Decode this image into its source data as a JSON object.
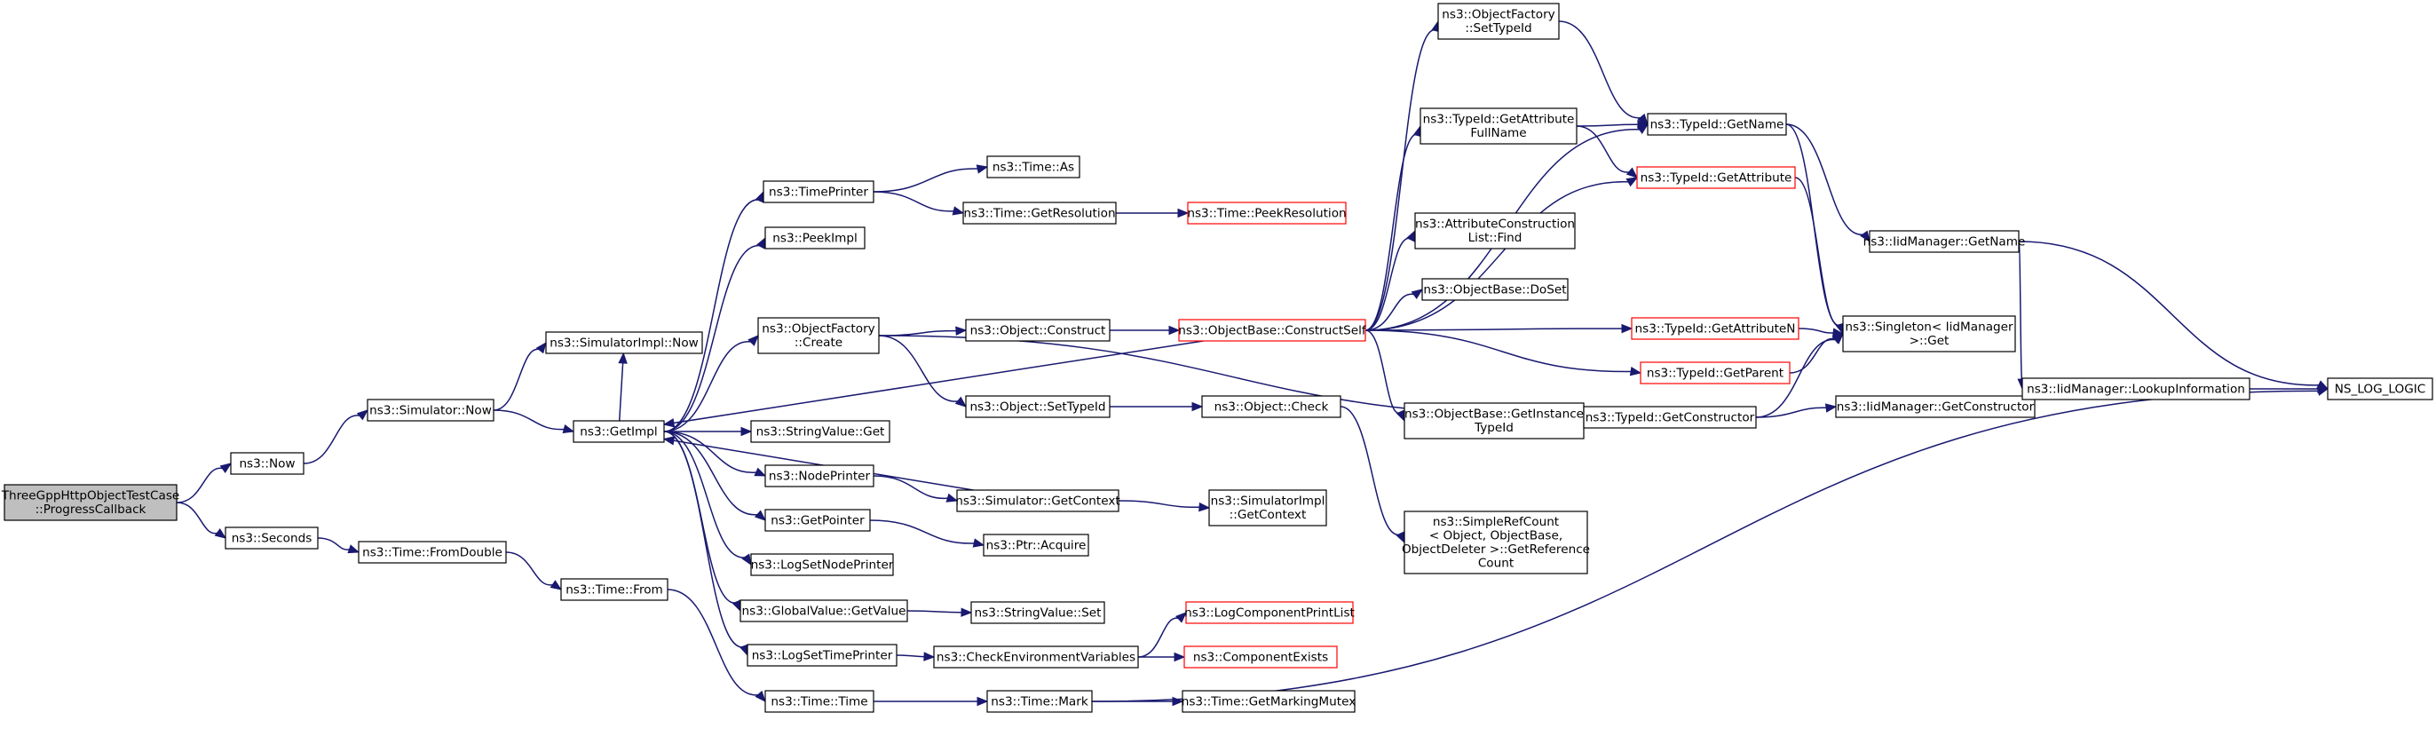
{
  "graph": {
    "edge_color": "#191970",
    "node_border_color": "#000000",
    "incomplete_node_border_color": "#ff0000",
    "root_fill_color": "#bfbfbf",
    "nodes": [
      {
        "id": "root",
        "lines": [
          "ThreeGppHttpObjectTestCase",
          "::ProgressCallback"
        ],
        "root": true
      },
      {
        "id": "now",
        "lines": [
          "ns3::Now"
        ]
      },
      {
        "id": "seconds",
        "lines": [
          "ns3::Seconds"
        ]
      },
      {
        "id": "simnow",
        "lines": [
          "ns3::Simulator::Now"
        ]
      },
      {
        "id": "fromdouble",
        "lines": [
          "ns3::Time::FromDouble"
        ]
      },
      {
        "id": "simimplnow",
        "lines": [
          "ns3::SimulatorImpl::Now"
        ]
      },
      {
        "id": "getimpl",
        "lines": [
          "ns3::GetImpl"
        ]
      },
      {
        "id": "timefrom",
        "lines": [
          "ns3::Time::From"
        ]
      },
      {
        "id": "timeprinter",
        "lines": [
          "ns3::TimePrinter"
        ]
      },
      {
        "id": "peekimpl",
        "lines": [
          "ns3::PeekImpl"
        ]
      },
      {
        "id": "ofcreate",
        "lines": [
          "ns3::ObjectFactory",
          "::Create"
        ]
      },
      {
        "id": "stringvalueget",
        "lines": [
          "ns3::StringValue::Get"
        ]
      },
      {
        "id": "nodeprinter",
        "lines": [
          "ns3::NodePrinter"
        ]
      },
      {
        "id": "getpointer",
        "lines": [
          "ns3::GetPointer"
        ]
      },
      {
        "id": "logsetnodeprinter",
        "lines": [
          "ns3::LogSetNodePrinter"
        ]
      },
      {
        "id": "gvgetvalue",
        "lines": [
          "ns3::GlobalValue::GetValue"
        ]
      },
      {
        "id": "logsettimeprinter",
        "lines": [
          "ns3::LogSetTimePrinter"
        ]
      },
      {
        "id": "timetime",
        "lines": [
          "ns3::Time::Time"
        ]
      },
      {
        "id": "timeas",
        "lines": [
          "ns3::Time::As"
        ]
      },
      {
        "id": "timegetres",
        "lines": [
          "ns3::Time::GetResolution"
        ]
      },
      {
        "id": "objconstruct",
        "lines": [
          "ns3::Object::Construct"
        ]
      },
      {
        "id": "objsettypeid",
        "lines": [
          "ns3::Object::SetTypeId"
        ]
      },
      {
        "id": "simgetcontext",
        "lines": [
          "ns3::Simulator::GetContext"
        ]
      },
      {
        "id": "ptracquire",
        "lines": [
          "ns3::Ptr::Acquire"
        ]
      },
      {
        "id": "stringvalueset",
        "lines": [
          "ns3::StringValue::Set"
        ]
      },
      {
        "id": "checkenv",
        "lines": [
          "ns3::CheckEnvironmentVariables"
        ]
      },
      {
        "id": "timemark",
        "lines": [
          "ns3::Time::Mark"
        ]
      },
      {
        "id": "timepeekres",
        "lines": [
          "ns3::Time::PeekResolution"
        ],
        "incomplete": true
      },
      {
        "id": "obconstructself",
        "lines": [
          "ns3::ObjectBase::ConstructSelf"
        ],
        "incomplete": true
      },
      {
        "id": "objcheck",
        "lines": [
          "ns3::Object::Check"
        ]
      },
      {
        "id": "simimplgetcontext",
        "lines": [
          "ns3::SimulatorImpl",
          "::GetContext"
        ]
      },
      {
        "id": "logcompprintlist",
        "lines": [
          "ns3::LogComponentPrintList"
        ],
        "incomplete": true
      },
      {
        "id": "componentexists",
        "lines": [
          "ns3::ComponentExists"
        ],
        "incomplete": true
      },
      {
        "id": "timegetmarkingmutex",
        "lines": [
          "ns3::Time::GetMarkingMutex"
        ]
      },
      {
        "id": "ofsettypeid",
        "lines": [
          "ns3::ObjectFactory",
          "::SetTypeId"
        ]
      },
      {
        "id": "tidgetattrfullname",
        "lines": [
          "ns3::TypeId::GetAttribute",
          "FullName"
        ]
      },
      {
        "id": "attrconstrlistfind",
        "lines": [
          "ns3::AttributeConstruction",
          "List::Find"
        ]
      },
      {
        "id": "obdoset",
        "lines": [
          "ns3::ObjectBase::DoSet"
        ]
      },
      {
        "id": "obgetinstancetypeid",
        "lines": [
          "ns3::ObjectBase::GetInstance",
          "TypeId"
        ]
      },
      {
        "id": "tidgetconstructor",
        "lines": [
          "ns3::TypeId::GetConstructor"
        ]
      },
      {
        "id": "simplerefcount",
        "lines": [
          "ns3::SimpleRefCount",
          "< Object, ObjectBase,",
          "ObjectDeleter >::GetReference",
          "Count"
        ]
      },
      {
        "id": "tidgetname",
        "lines": [
          "ns3::TypeId::GetName"
        ]
      },
      {
        "id": "tidgetattribute",
        "lines": [
          "ns3::TypeId::GetAttribute"
        ],
        "incomplete": true
      },
      {
        "id": "tidgetattributen",
        "lines": [
          "ns3::TypeId::GetAttributeN"
        ],
        "incomplete": true
      },
      {
        "id": "tidgetparent",
        "lines": [
          "ns3::TypeId::GetParent"
        ],
        "incomplete": true
      },
      {
        "id": "iidgetname",
        "lines": [
          "ns3::IidManager::GetName"
        ]
      },
      {
        "id": "singletonget",
        "lines": [
          "ns3::Singleton< IidManager",
          ">::Get"
        ]
      },
      {
        "id": "iidgetconstructor",
        "lines": [
          "ns3::IidManager::GetConstructor"
        ]
      },
      {
        "id": "iidlookupinfo",
        "lines": [
          "ns3::IidManager::LookupInformation"
        ]
      },
      {
        "id": "nsloglogic",
        "lines": [
          "NS_LOG_LOGIC"
        ]
      }
    ],
    "edges": [
      [
        "root",
        "now"
      ],
      [
        "root",
        "seconds"
      ],
      [
        "now",
        "simnow"
      ],
      [
        "seconds",
        "fromdouble"
      ],
      [
        "simnow",
        "simimplnow"
      ],
      [
        "simnow",
        "getimpl"
      ],
      [
        "fromdouble",
        "timefrom"
      ],
      [
        "timefrom",
        "timetime"
      ],
      [
        "getimpl",
        "timeprinter"
      ],
      [
        "getimpl",
        "peekimpl"
      ],
      [
        "getimpl",
        "ofcreate"
      ],
      [
        "getimpl",
        "stringvalueget"
      ],
      [
        "getimpl",
        "nodeprinter"
      ],
      [
        "getimpl",
        "getpointer"
      ],
      [
        "getimpl",
        "logsetnodeprinter"
      ],
      [
        "getimpl",
        "gvgetvalue"
      ],
      [
        "getimpl",
        "logsettimeprinter"
      ],
      [
        "getimpl",
        "simimplnow"
      ],
      [
        "timeprinter",
        "timeas"
      ],
      [
        "timeprinter",
        "timegetres"
      ],
      [
        "timegetres",
        "timepeekres"
      ],
      [
        "ofcreate",
        "objconstruct"
      ],
      [
        "ofcreate",
        "objsettypeid"
      ],
      [
        "ofcreate",
        "tidgetconstructor"
      ],
      [
        "objconstruct",
        "obconstructself"
      ],
      [
        "objsettypeid",
        "objcheck"
      ],
      [
        "objcheck",
        "simplerefcount"
      ],
      [
        "nodeprinter",
        "simgetcontext"
      ],
      [
        "simgetcontext",
        "simimplgetcontext"
      ],
      [
        "simgetcontext",
        "getimpl"
      ],
      [
        "getpointer",
        "ptracquire"
      ],
      [
        "gvgetvalue",
        "stringvalueset"
      ],
      [
        "logsettimeprinter",
        "checkenv"
      ],
      [
        "checkenv",
        "logcompprintlist"
      ],
      [
        "checkenv",
        "componentexists"
      ],
      [
        "timetime",
        "timemark"
      ],
      [
        "timemark",
        "timegetmarkingmutex"
      ],
      [
        "timemark",
        "nsloglogic"
      ],
      [
        "obconstructself",
        "ofsettypeid"
      ],
      [
        "obconstructself",
        "tidgetattrfullname"
      ],
      [
        "obconstructself",
        "attrconstrlistfind"
      ],
      [
        "obconstructself",
        "obdoset"
      ],
      [
        "obconstructself",
        "obgetinstancetypeid"
      ],
      [
        "obconstructself",
        "tidgetattributen"
      ],
      [
        "obconstructself",
        "tidgetparent"
      ],
      [
        "obconstructself",
        "tidgetname"
      ],
      [
        "obconstructself",
        "tidgetattribute"
      ],
      [
        "obconstructself",
        "getimpl"
      ],
      [
        "ofsettypeid",
        "tidgetname"
      ],
      [
        "tidgetattrfullname",
        "tidgetname"
      ],
      [
        "tidgetattrfullname",
        "tidgetattribute"
      ],
      [
        "tidgetname",
        "iidgetname"
      ],
      [
        "tidgetname",
        "singletonget"
      ],
      [
        "tidgetattribute",
        "singletonget"
      ],
      [
        "tidgetattributen",
        "singletonget"
      ],
      [
        "tidgetparent",
        "singletonget"
      ],
      [
        "tidgetconstructor",
        "singletonget"
      ],
      [
        "tidgetconstructor",
        "iidgetconstructor"
      ],
      [
        "iidgetname",
        "iidlookupinfo"
      ],
      [
        "iidgetname",
        "nsloglogic"
      ],
      [
        "iidgetconstructor",
        "iidlookupinfo"
      ],
      [
        "iidlookupinfo",
        "nsloglogic"
      ]
    ]
  }
}
